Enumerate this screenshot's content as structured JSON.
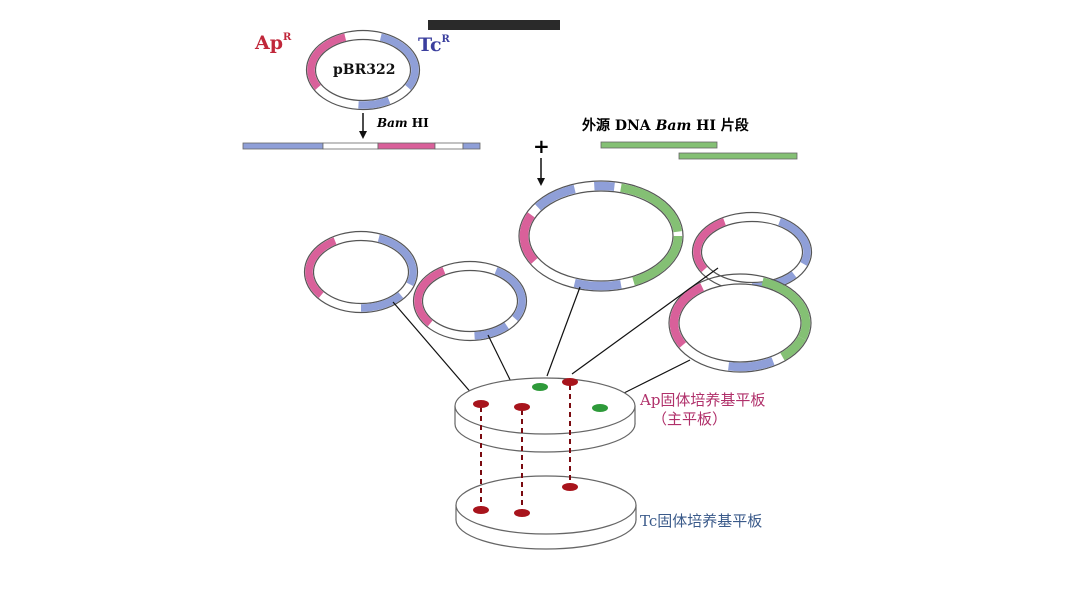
{
  "labels": {
    "plasmid_name": "pBR322",
    "ap_main": "Ap",
    "ap_sup": "R",
    "tc_main": "Tc",
    "tc_sup": "R",
    "enzyme_italic": "Bam",
    "enzyme_rest": " HI",
    "plus": "+",
    "foreign_prefix": "外源 DNA ",
    "foreign_italic": "Bam",
    "foreign_suffix": " HI 片段",
    "ap_plate": "Ap固体培养基平板",
    "ap_plate_sub": "（主平板）",
    "tc_plate": "Tc固体培养基平板"
  },
  "colors": {
    "ampicillin_gene": "#d9609a",
    "tetracycline_gene": "#8f9fd8",
    "foreign_dna": "#84c074",
    "ring_outline": "#555555",
    "ap_label": "#c0273a",
    "tc_label": "#3b3f9e",
    "plate_label_ap": "#b0306a",
    "plate_label_tc": "#3a5a8a",
    "colony_red": "#a8141c",
    "colony_green": "#2e9a3a",
    "top_bar": "#2a2a2a"
  },
  "icons": [
    "down-arrow-icon"
  ]
}
